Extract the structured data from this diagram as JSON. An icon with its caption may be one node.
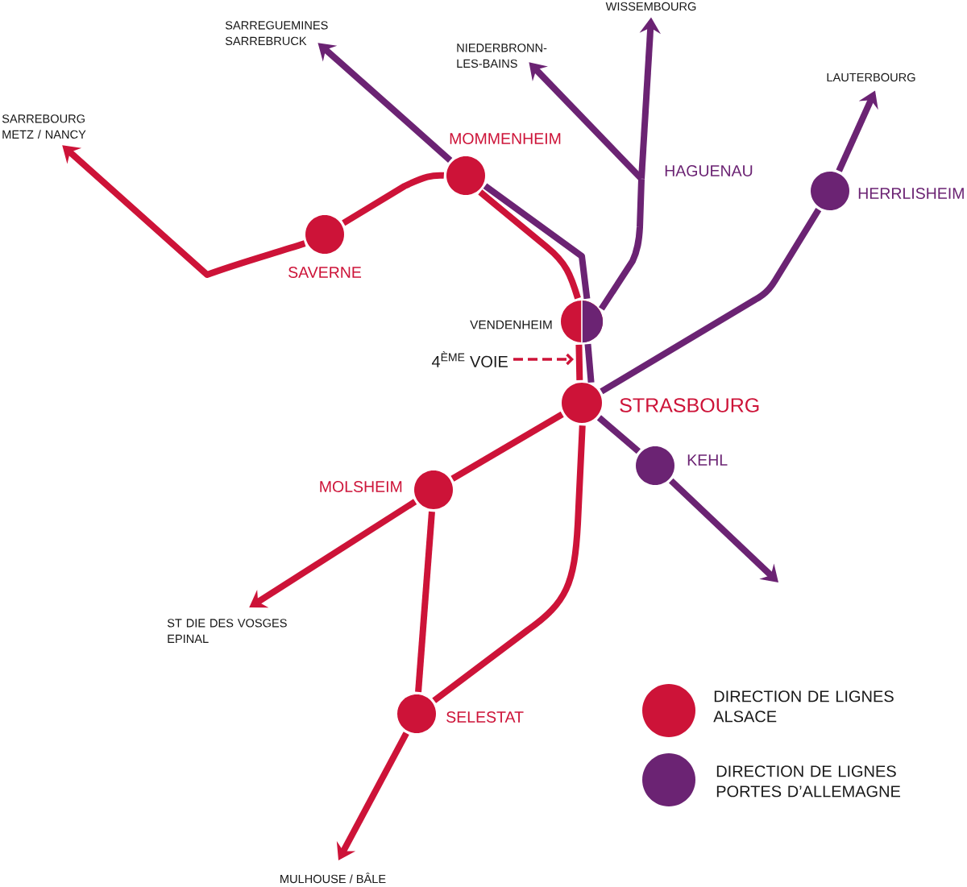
{
  "diagram": {
    "nodes": [
      {
        "text": [
          "WISSEMBOURG"
        ]
      },
      {
        "text": [
          "SARREGUEMINES SARREBRUCK"
        ]
      },
      {
        "text": [
          "NIEDERBRONN- LES-BAINS"
        ]
      },
      {
        "text": [
          "LAUTERBOURG"
        ]
      },
      {
        "text": [
          "SARREBOURG METZ / NANCY"
        ]
      },
      {
        "text": [
          "MOMMENHEIM"
        ]
      },
      {
        "text": [
          "HAGUENAU"
        ]
      },
      {
        "text": [
          "HERRLISHEIM"
        ]
      },
      {
        "text": [
          "SAVERNE"
        ]
      },
      {
        "text": [
          "VENDENHEIM"
        ]
      },
      {
        "text": [
          "4$^{ÈME}$ VOIE"
        ]
      },
      {
        "text": [
          "STRASBOURG"
        ]
      },
      {
        "text": [
          "KEHL"
        ]
      },
      {
        "text": [
          "MOLSHEIM"
        ]
      },
      {
        "text": [
          "ST DIE DES VOSGES EPINAL"
        ]
      },
      {
        "text": [
          "SELESTAT"
        ]
      },
      {
        "text": [
          "MULHOUSE / BÂLE"
        ]
      }
    ],
    "edges": [
      {
        "from": 8,
        "to": 4,
        "arrow": "to",
        "color": "#cd1338"
      },
      {
        "from": 5,
        "to": 8,
        "arrow": "none",
        "color": "#cd1338"
      },
      {
        "from": 5,
        "to": 1,
        "arrow": "to",
        "color": "#6b2373"
      },
      {
        "from": 5,
        "to": 9,
        "arrow": "none",
        "color": "#cd1338"
      },
      {
        "from": 5,
        "to": 9,
        "arrow": "none",
        "color": "#6b2373"
      },
      {
        "from": 9,
        "to": 6,
        "arrow": "none",
        "color": "#6b2373"
      },
      {
        "from": 6,
        "to": 2,
        "arrow": "to",
        "color": "#6b2373"
      },
      {
        "from": 6,
        "to": 0,
        "arrow": "to",
        "color": "#6b2373"
      },
      {
        "from": 9,
        "to": 11,
        "arrow": "none",
        "color": "#cd1338"
      },
      {
        "from": 9,
        "to": 11,
        "arrow": "none",
        "color": "#6b2373"
      },
      {
        "from": 10,
        "to": null,
        "arrow": "to",
        "style": "dashed",
        "color": "#cd1338"
      },
      {
        "from": 11,
        "to": 7,
        "arrow": "none",
        "color": "#6b2373"
      },
      {
        "from": 7,
        "to": 3,
        "arrow": "to",
        "color": "#6b2373"
      },
      {
        "from": 11,
        "to": 12,
        "arrow": "none",
        "color": "#6b2373"
      },
      {
        "from": 12,
        "to": null,
        "arrow": "to",
        "color": "#6b2373"
      },
      {
        "from": 11,
        "to": 13,
        "arrow": "none",
        "color": "#cd1338"
      },
      {
        "from": 13,
        "to": 14,
        "arrow": "to",
        "color": "#cd1338"
      },
      {
        "from": 13,
        "to": 15,
        "arrow": "none",
        "color": "#cd1338"
      },
      {
        "from": 11,
        "to": 15,
        "arrow": "none",
        "color": "#cd1338"
      },
      {
        "from": 15,
        "to": 16,
        "arrow": "to",
        "color": "#cd1338"
      }
    ],
    "legend": [
      {
        "text": "DIRECTION DE LIGNES ALSACE",
        "color": "#cd1338"
      },
      {
        "text": "DIRECTION DE LIGNES PORTES D’ALLEMAGNE",
        "color": "#6b2373"
      }
    ]
  }
}
